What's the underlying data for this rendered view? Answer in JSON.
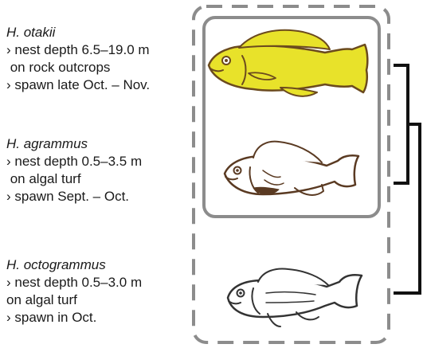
{
  "species": [
    {
      "name": "H. otakii",
      "lines": [
        "› nest depth 6.5–19.0 m",
        " on rock outcrops",
        "› spawn late Oct. – Nov."
      ],
      "fish_color": "#e8e22a"
    },
    {
      "name": "H. agrammus",
      "lines": [
        "› nest depth 0.5–3.5 m",
        " on algal turf",
        "› spawn Sept. – Oct."
      ],
      "fish_color": "#ffffff"
    },
    {
      "name": "H. octogrammus",
      "lines": [
        "› nest depth 0.5–3.0 m",
        "on algal turf",
        "› spawn in Oct."
      ],
      "fish_color": "#ffffff"
    }
  ],
  "colors": {
    "outer_box": "#8c8c8c",
    "inner_box": "#8c8c8c",
    "bracket": "#111111",
    "otakii_outline": "#6b4a1e",
    "agrammus_outline": "#5a3a22",
    "octogrammus_outline": "#333333"
  }
}
